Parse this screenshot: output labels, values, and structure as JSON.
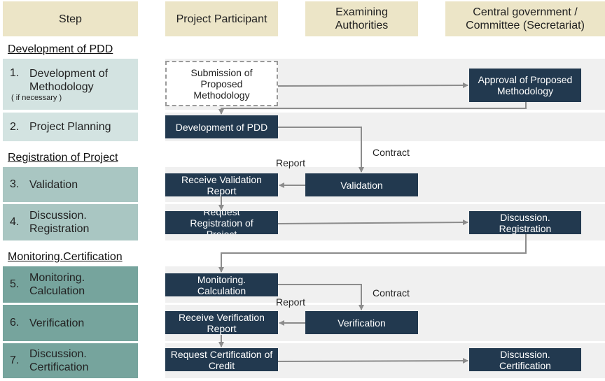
{
  "headers": {
    "step": "Step",
    "participant": "Project Participant",
    "examining": "Examining Authorities",
    "central": "Central government / Committee (Secretariat)"
  },
  "sections": {
    "pdd": "Development of PDD",
    "registration": "Registration of Project",
    "monitoring": "Monitoring.Certification"
  },
  "steps": [
    {
      "num": "1.",
      "label": "Development of Methodology",
      "note": "( if necessary )"
    },
    {
      "num": "2.",
      "label": "Project Planning"
    },
    {
      "num": "3.",
      "label": "Validation"
    },
    {
      "num": "4.",
      "label": "Discussion. Registration"
    },
    {
      "num": "5.",
      "label": "Monitoring. Calculation"
    },
    {
      "num": "6.",
      "label": "Verification"
    },
    {
      "num": "7.",
      "label": "Discussion. Certification"
    }
  ],
  "boxes": {
    "submission": "Submission of Proposed Methodology",
    "approval": "Approval of Proposed Methodology",
    "develop_pdd": "Development of PDD",
    "receive_validation": "Receive Validation Report",
    "validation": "Validation",
    "request_registration": "Request Registration of Project",
    "discussion_registration": "Discussion. Registration",
    "monitoring_calc": "Monitoring. Calculation",
    "receive_verification": "Receive Verification Report",
    "verification": "Verification",
    "request_certification": "Request Certification of Credit",
    "discussion_certification": "Discussion. Certification"
  },
  "labels": {
    "contract_1": "Contract",
    "report_1": "Report",
    "contract_2": "Contract",
    "report_2": "Report"
  },
  "colors": {
    "box_fill": "#22394f",
    "header_fill": "#ece5c7",
    "lane_fill": "#f0f0f0",
    "arrow": "#8c8c8c"
  }
}
